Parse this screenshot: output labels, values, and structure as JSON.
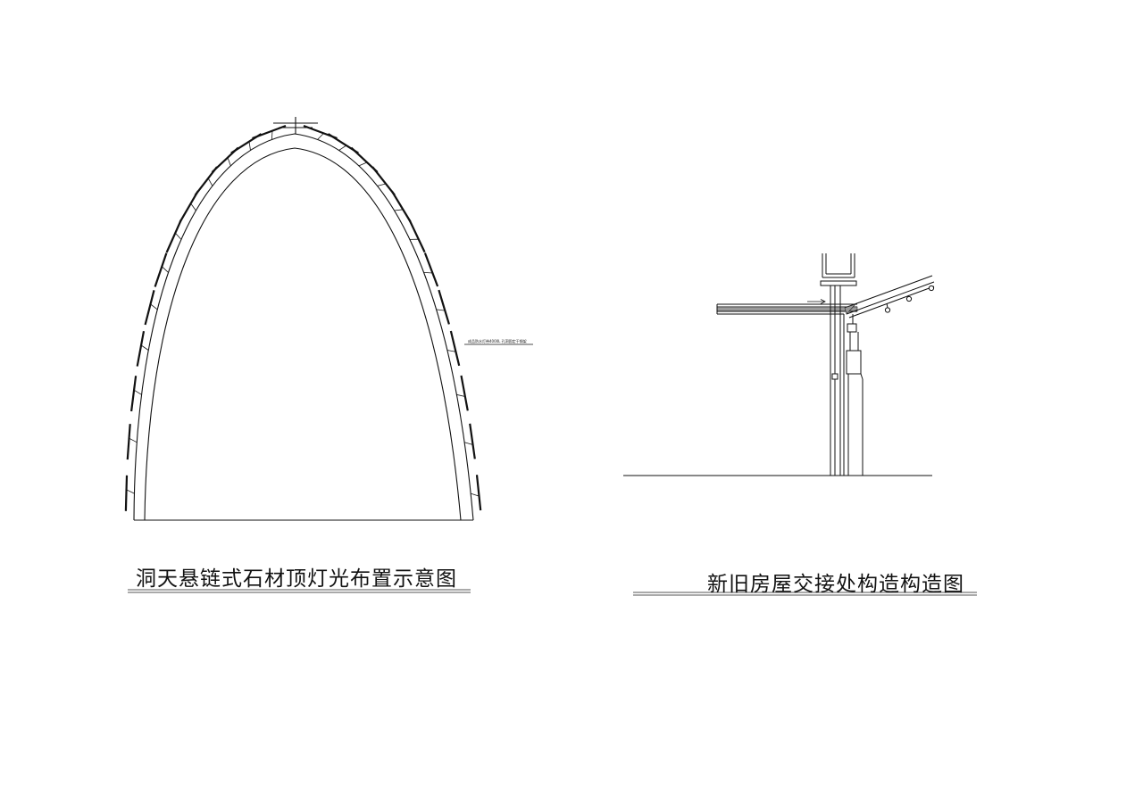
{
  "drawings": [
    {
      "id": "left",
      "caption": "洞天悬链式石材顶灯光布置示意图",
      "note": "成品防水灯带4000L 孔洞固定于钢架"
    },
    {
      "id": "right",
      "caption": "新旧房屋交接处构造构造图"
    }
  ]
}
